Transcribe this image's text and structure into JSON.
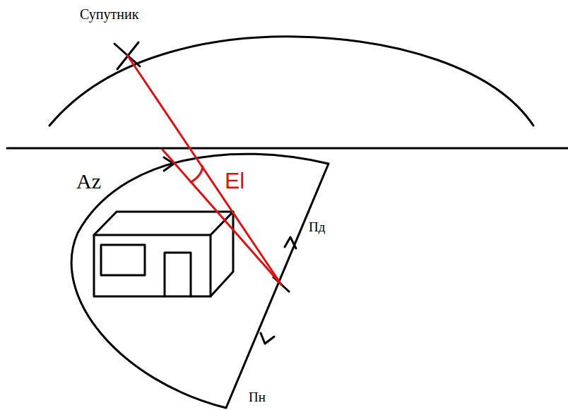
{
  "diagram": {
    "labels": [
      "Супутник",
      "Az",
      "El",
      "Пд",
      "Пн"
    ]
  }
}
